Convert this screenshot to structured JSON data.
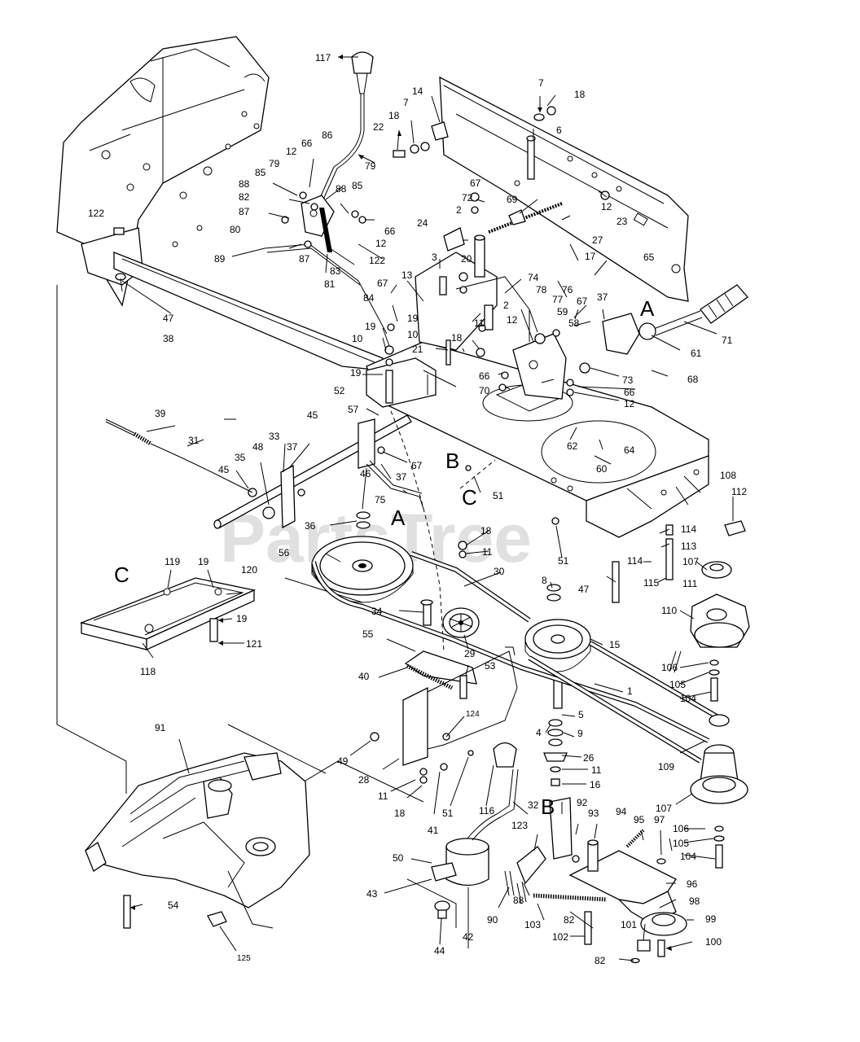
{
  "watermark": "PartsTree",
  "view_letters": [
    "A",
    "A",
    "B",
    "B",
    "C",
    "C"
  ],
  "labels": {
    "l117": "117",
    "l7a": "7",
    "l18a": "18",
    "l14": "14",
    "l7b": "7",
    "l18b": "18",
    "l22": "22",
    "l6": "6",
    "l12a": "12",
    "l66a": "66",
    "l86": "86",
    "l79a": "79",
    "l79b": "79",
    "l85a": "85",
    "l88a": "88",
    "l82a": "82",
    "l87a": "87",
    "l88b": "88",
    "l85b": "85",
    "l66b": "66",
    "l12b": "12",
    "l122a": "122",
    "l80": "80",
    "l87b": "87",
    "l83": "83",
    "l122b": "122",
    "l81": "81",
    "l89": "89",
    "l67a": "67",
    "l72": "72",
    "l69": "69",
    "l12c": "12",
    "l27": "27",
    "l23": "23",
    "l24": "24",
    "l2a": "2",
    "l17": "17",
    "l65": "65",
    "l3": "3",
    "l20": "20",
    "l74": "74",
    "l76": "76",
    "l13": "13",
    "l84": "84",
    "l67b": "67",
    "l47a": "47",
    "l38": "38",
    "l19a": "19",
    "l10a": "10",
    "l2b": "2",
    "l78": "78",
    "l77": "77",
    "l67c": "67",
    "l37a": "37",
    "l71": "71",
    "l59": "59",
    "l58": "58",
    "l12d": "12",
    "l11a": "11",
    "l18c": "18",
    "l19b": "19",
    "l10b": "10",
    "l21": "21",
    "l61": "61",
    "l19c": "19",
    "l66c": "66",
    "l73": "73",
    "l68": "68",
    "l52": "52",
    "l70": "70",
    "l66d": "66",
    "l12e": "12",
    "l57": "57",
    "l39": "39",
    "l45a": "45",
    "l31": "31",
    "l33": "33",
    "l37b": "37",
    "l48": "48",
    "l35": "35",
    "l45b": "45",
    "l67d": "67",
    "l37c": "37",
    "l46": "46",
    "l75": "75",
    "l51a": "51",
    "l62": "62",
    "l64": "64",
    "l60": "60",
    "l108": "108",
    "l112": "112",
    "l36": "36",
    "l18d": "18",
    "l11b": "11",
    "l56": "56",
    "l51b": "51",
    "l114a": "114",
    "l113": "113",
    "l114b": "114",
    "l107a": "107",
    "l47b": "47",
    "l115": "115",
    "l111": "111",
    "l119": "119",
    "l19d": "19",
    "l120": "120",
    "l30": "30",
    "l8": "8",
    "l34": "34",
    "l110": "110",
    "l19e": "19",
    "l29": "29",
    "l15": "15",
    "l121": "121",
    "l55": "55",
    "l40": "40",
    "l53": "53",
    "l118": "118",
    "l106a": "106",
    "l105a": "105",
    "l104a": "104",
    "l1": "1",
    "l5": "5",
    "l124": "124",
    "l91": "91",
    "l4": "4",
    "l9": "9",
    "l26": "26",
    "l11c": "11",
    "l16": "16",
    "l109": "109",
    "l49": "49",
    "l28": "28",
    "l11d": "11",
    "l18e": "18",
    "l41": "41",
    "l51c": "51",
    "l116": "116",
    "l32": "32",
    "l107b": "107",
    "l92": "92",
    "l93": "93",
    "l94": "94",
    "l95": "95",
    "l97": "97",
    "l106b": "106",
    "l105b": "105",
    "l104b": "104",
    "l123": "123",
    "l50": "50",
    "l96": "96",
    "l43": "43",
    "l88c": "88",
    "l98": "98",
    "l54": "54",
    "l90": "90",
    "l103": "103",
    "l82b": "82",
    "l99": "99",
    "l42": "42",
    "l44": "44",
    "l102": "102",
    "l101": "101",
    "l100": "100",
    "l125": "125",
    "l82c": "82"
  }
}
